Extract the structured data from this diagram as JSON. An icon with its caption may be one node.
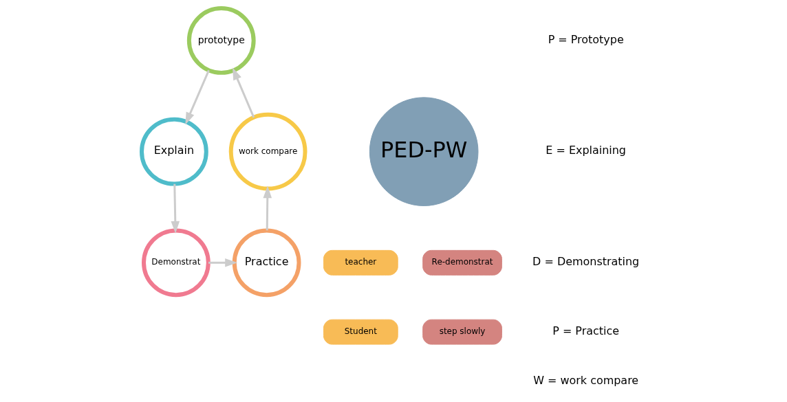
{
  "diagram": {
    "nodes": [
      {
        "text": [
          "prototype"
        ]
      },
      {
        "text": [
          "Explain"
        ]
      },
      {
        "text": [
          "Demonstrat"
        ]
      },
      {
        "text": [
          "Practice"
        ]
      },
      {
        "text": [
          "work compare"
        ]
      },
      {
        "text": [
          "PED-PW"
        ]
      },
      {
        "text": [
          "teacher"
        ]
      },
      {
        "text": [
          "Student"
        ]
      },
      {
        "text": [
          "Re-demonstrat"
        ]
      },
      {
        "text": [
          "step slowly"
        ]
      }
    ],
    "edges": [
      {
        "from": 0,
        "to": 1,
        "arrow": "to"
      },
      {
        "from": 1,
        "to": 2,
        "arrow": "to"
      },
      {
        "from": 2,
        "to": 3,
        "arrow": "to"
      },
      {
        "from": 3,
        "to": 4,
        "arrow": "to"
      },
      {
        "from": 4,
        "to": 0,
        "arrow": "to"
      }
    ],
    "labels": [
      "P = Prototype",
      "E = Explaining",
      "D = Demonstrating",
      "P = Practice",
      "W = work compare"
    ]
  }
}
